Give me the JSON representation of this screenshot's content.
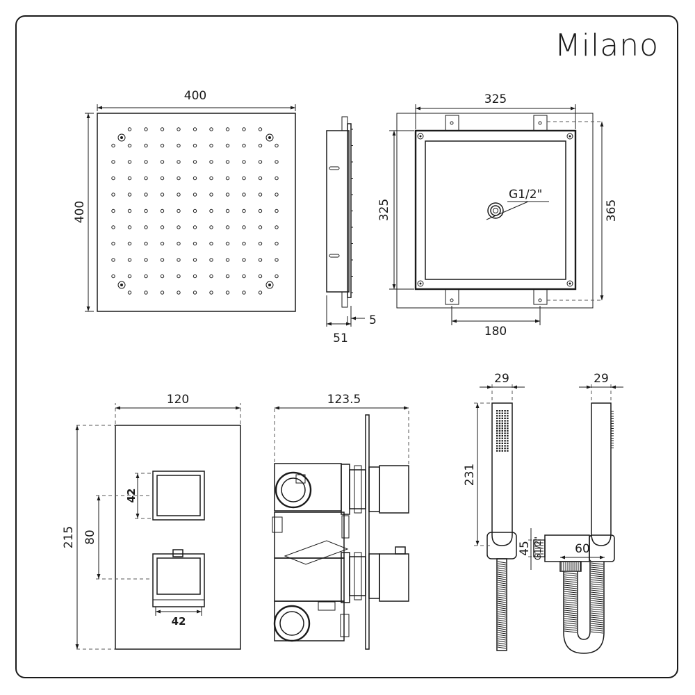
{
  "brand": "Milano",
  "head_front": {
    "width": "400",
    "height": "400"
  },
  "head_side": {
    "depth": "51",
    "plate": "5"
  },
  "box": {
    "width": "325",
    "height_inner": "325",
    "height_outer": "365",
    "fixing": "180",
    "thread": "G1/2\""
  },
  "valve_front": {
    "height": "215",
    "spacing": "80",
    "knob_h": "42",
    "knob_w": "42",
    "width": "120"
  },
  "valve_side": {
    "depth": "123.5"
  },
  "handset": {
    "width_left": "29",
    "width_right": "29",
    "length": "231",
    "elbow_h": "45",
    "elbow_thread": "G1/2\"",
    "elbow_len": "60"
  }
}
